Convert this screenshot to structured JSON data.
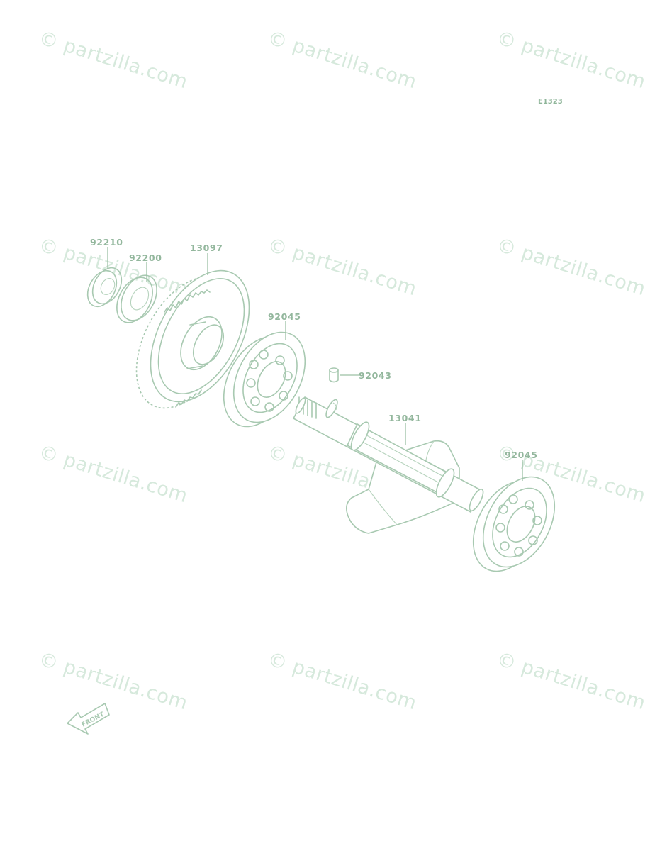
{
  "diagram": {
    "code": "E1323",
    "watermark": "© partzilla.com",
    "front_label": "FRONT",
    "parts": [
      {
        "number": "92210"
      },
      {
        "number": "92200"
      },
      {
        "number": "13097"
      },
      {
        "number": "92045"
      },
      {
        "number": "92043"
      },
      {
        "number": "13041"
      },
      {
        "number": "92045"
      }
    ],
    "colors": {
      "line": "#a8c9b1",
      "label": "#93b79d",
      "watermark": "#d6e9dc"
    }
  }
}
